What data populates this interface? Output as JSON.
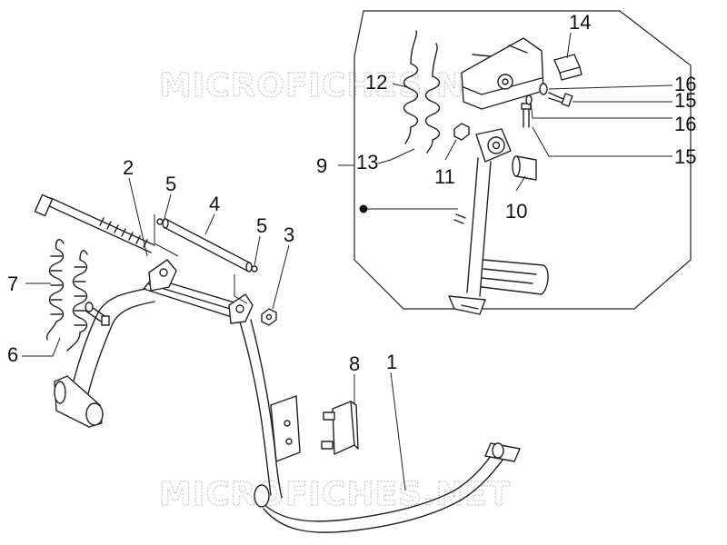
{
  "watermarks": [
    "MICROFICHES.NET",
    "MICROFICHES.NET"
  ],
  "callouts": {
    "c1": "1",
    "c2": "2",
    "c3": "3",
    "c4": "4",
    "c5a": "5",
    "c5b": "5",
    "c6": "6",
    "c7": "7",
    "c8": "8",
    "c9": "9",
    "c10": "10",
    "c11": "11",
    "c12": "12",
    "c13": "13",
    "c14": "14",
    "c15a": "15",
    "c15b": "15",
    "c16a": "16",
    "c16b": "16"
  }
}
